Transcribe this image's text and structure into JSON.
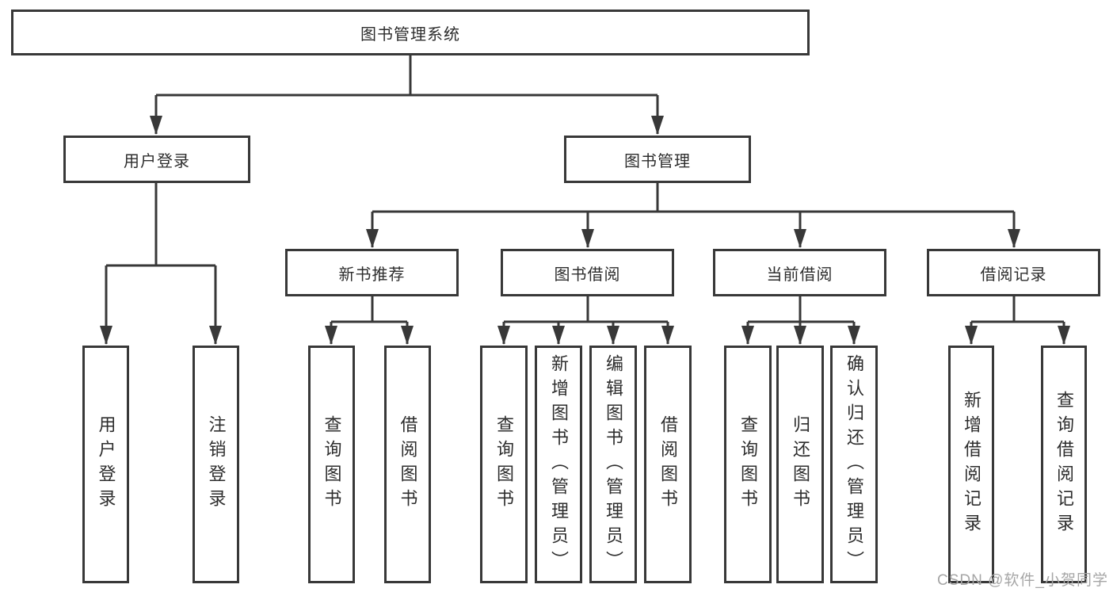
{
  "diagram": {
    "root": "图书管理系统",
    "level1": {
      "user_login": "用户登录",
      "book_management": "图书管理"
    },
    "user_login_children": [
      "用户登录",
      "注销登录"
    ],
    "book_management_children": [
      "新书推荐",
      "图书借阅",
      "当前借阅",
      "借阅记录"
    ],
    "new_book_children": [
      "查询图书",
      "借阅图书"
    ],
    "book_borrow_children": [
      "查询图书",
      "新增图书（管理员）",
      "编辑图书（管理员）",
      "借阅图书"
    ],
    "current_borrow_children": [
      "查询图书",
      "归还图书",
      "确认归还（管理员）"
    ],
    "borrow_record_children": [
      "新增借阅记录",
      "查询借阅记录"
    ]
  },
  "watermark": {
    "text": "CSDN @软件_小贺同学"
  },
  "colors": {
    "line": "#383838",
    "text": "#2d2d2d",
    "watermark": "#a6a6a6",
    "box_background": "#ffffff"
  }
}
